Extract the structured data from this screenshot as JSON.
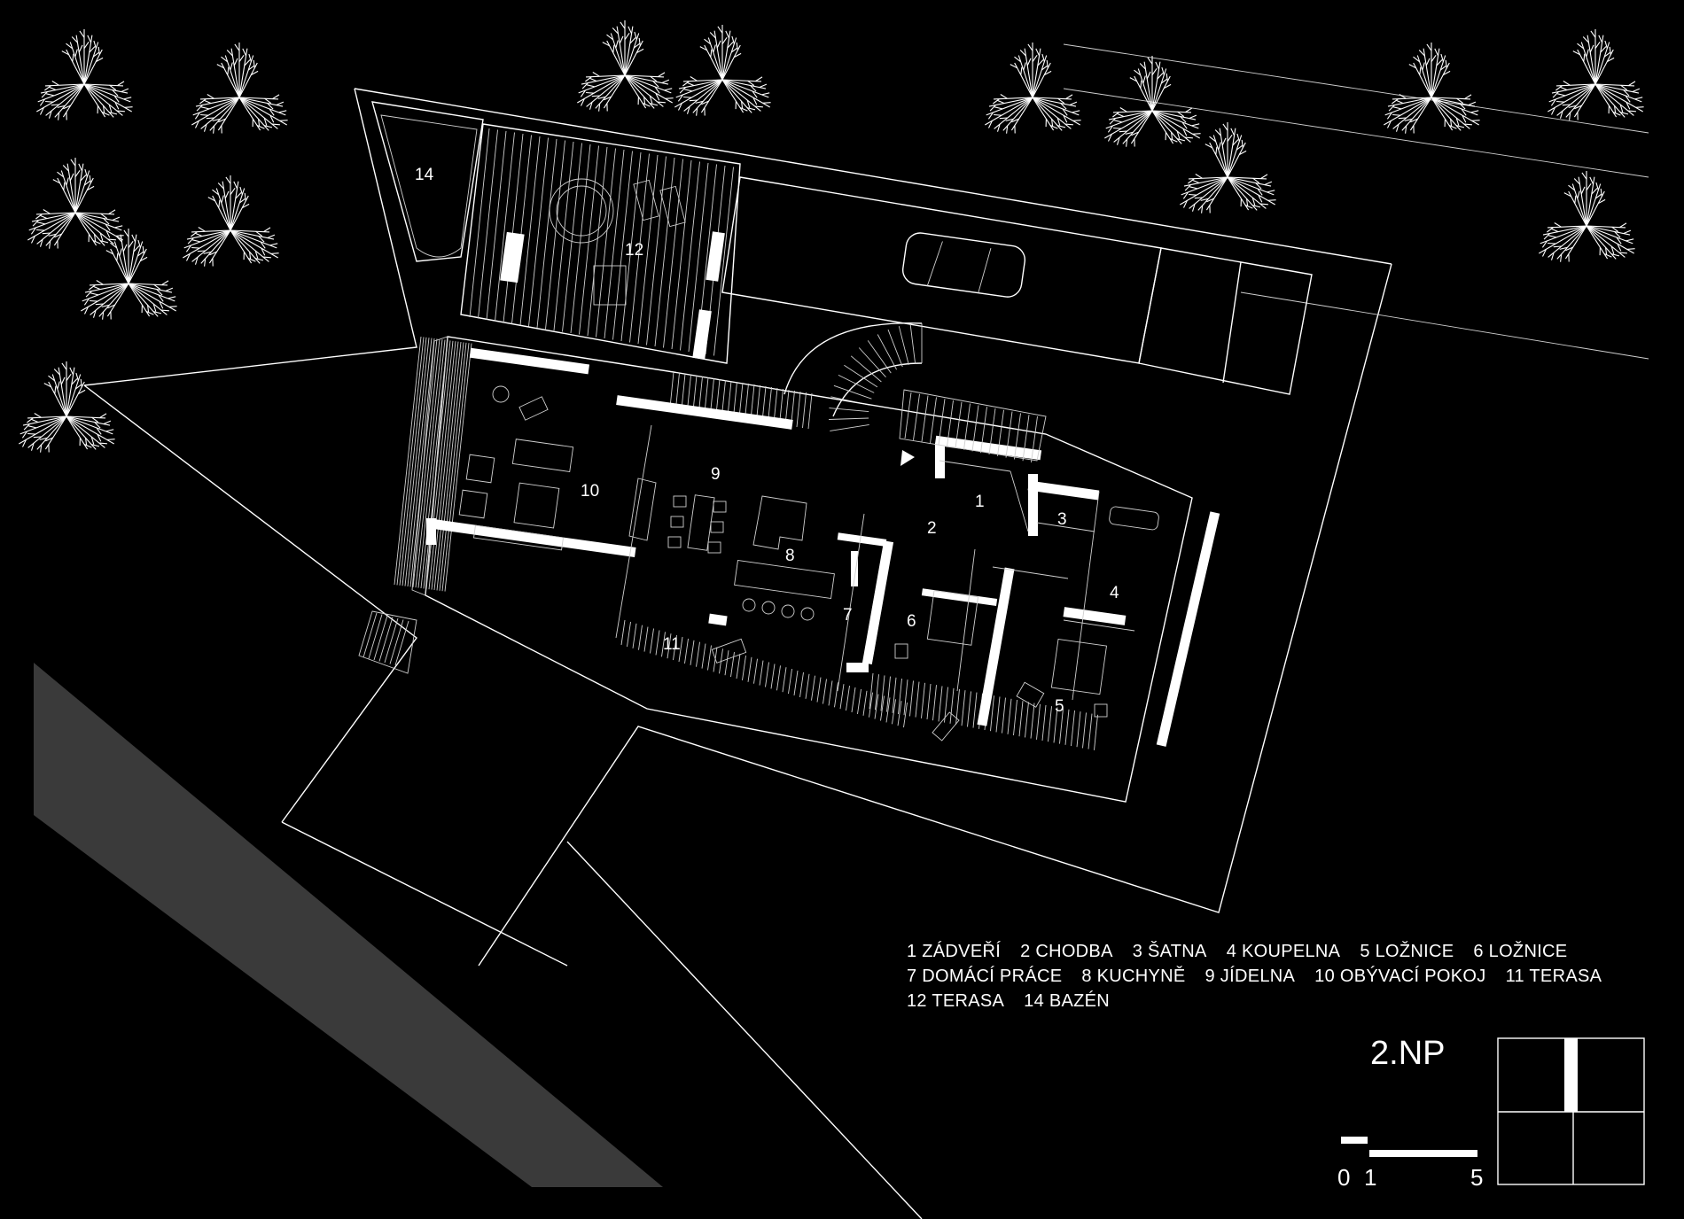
{
  "floor_label": "2.NP",
  "rooms": [
    {
      "num": "1",
      "name": "ZÁDVEŘÍ"
    },
    {
      "num": "2",
      "name": "CHODBA"
    },
    {
      "num": "3",
      "name": "ŠATNA"
    },
    {
      "num": "4",
      "name": "KOUPELNA"
    },
    {
      "num": "5",
      "name": "LOŽNICE"
    },
    {
      "num": "6",
      "name": "LOŽNICE"
    },
    {
      "num": "7",
      "name": "DOMÁCÍ PRÁCE"
    },
    {
      "num": "8",
      "name": "KUCHYNĚ"
    },
    {
      "num": "9",
      "name": "JÍDELNA"
    },
    {
      "num": "10",
      "name": "OBÝVACÍ POKOJ"
    },
    {
      "num": "11",
      "name": "TERASA"
    },
    {
      "num": "12",
      "name": "TERASA"
    },
    {
      "num": "14",
      "name": "BAZÉN"
    }
  ],
  "legend_rows": [
    [
      "1 ZÁDVEŘÍ",
      "2 CHODBA",
      "3 ŠATNA",
      "4 KOUPELNA",
      "5 LOŽNICE",
      "6 LOŽNICE"
    ],
    [
      "7 DOMÁCÍ PRÁCE",
      "8 KUCHYNĚ",
      "9 JÍDELNA",
      "10 OBÝVACÍ POKOJ",
      "11 TERASA"
    ],
    [
      "12 TERASA",
      "14 BAZÉN"
    ]
  ],
  "scale_bar": {
    "labels": [
      "0",
      "1",
      "5"
    ]
  },
  "colors": {
    "background": "#000000",
    "lines": "#ffffff",
    "road": "#3a3a3a"
  }
}
